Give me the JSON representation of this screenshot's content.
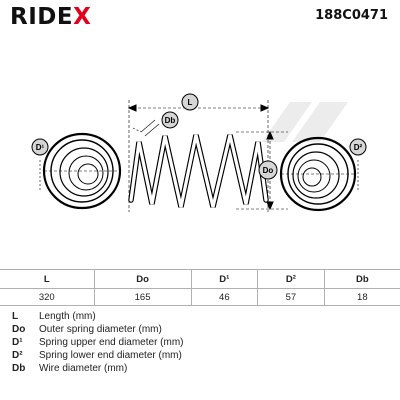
{
  "header": {
    "brand": {
      "text": "RIDE",
      "x": "X",
      "accent_color": "#e2001a"
    },
    "part_number": "188C0471"
  },
  "drawing": {
    "labels": {
      "length": "L",
      "outer_diameter": "Do",
      "upper_end": "D¹",
      "lower_end": "D²",
      "wire": "Db"
    }
  },
  "table": {
    "headers": [
      "L",
      "Do",
      "D¹",
      "D²",
      "Db"
    ],
    "values": [
      "320",
      "165",
      "46",
      "57",
      "18"
    ]
  },
  "legend": [
    {
      "abbr": "L",
      "text": "Length (mm)"
    },
    {
      "abbr": "Do",
      "text": "Outer spring diameter (mm)"
    },
    {
      "abbr": "D¹",
      "text": "Spring upper end diameter (mm)"
    },
    {
      "abbr": "D²",
      "text": "Spring lower end diameter (mm)"
    },
    {
      "abbr": "Db",
      "text": "Wire diameter (mm)"
    }
  ]
}
